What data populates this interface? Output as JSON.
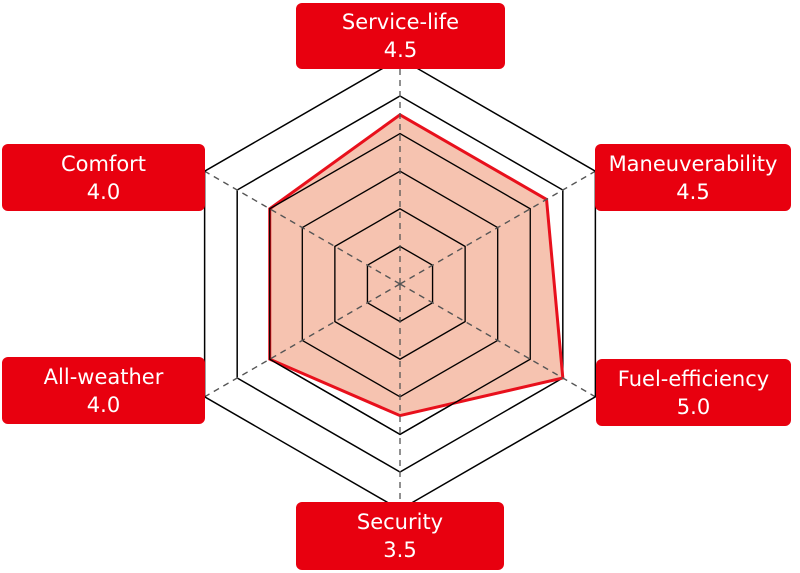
{
  "chart_data": {
    "type": "radar",
    "max": 5,
    "rings": 5,
    "axes": [
      {
        "name": "Service-life",
        "value": 4.5,
        "value_label": "4.5"
      },
      {
        "name": "Maneuverability",
        "value": 4.5,
        "value_label": "4.5"
      },
      {
        "name": "Fuel-efficiency",
        "value": 5.0,
        "value_label": "5.0"
      },
      {
        "name": "Security",
        "value": 3.5,
        "value_label": "3.5"
      },
      {
        "name": "All-weather",
        "value": 4.0,
        "value_label": "4.0"
      },
      {
        "name": "Comfort",
        "value": 4.0,
        "value_label": "4.0"
      }
    ],
    "colors": {
      "label_bg": "#e8000f",
      "area_fill": "#f4b8a2",
      "area_stroke": "#e8101c",
      "grid": "#000000",
      "spoke": "#555555"
    }
  }
}
